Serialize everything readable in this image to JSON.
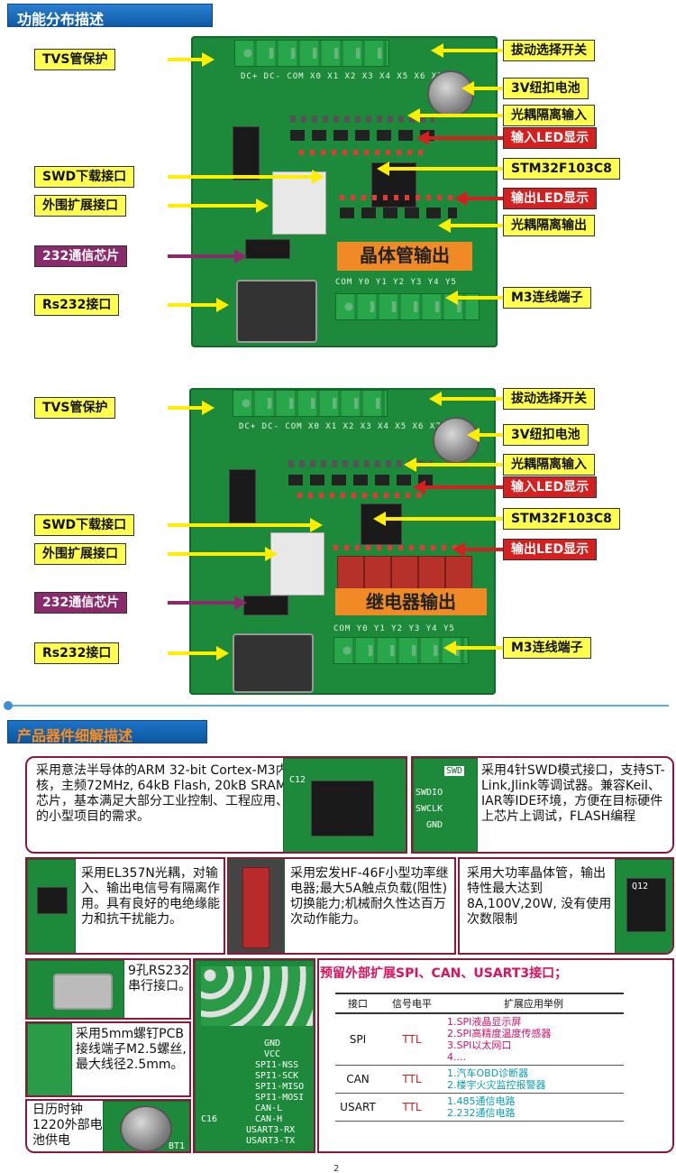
{
  "section1": {
    "title": "功能分布描述"
  },
  "board1": {
    "silk_top": "DC+ DC- COM X0 X1 X2 X3 X4 X5 X6 X7",
    "silk_bottom": "COM Y0 Y1 Y2 Y3 Y4 Y5",
    "output_banner": "晶体管输出",
    "left_labels": [
      "TVS管保护",
      "SWD下载接口",
      "外围扩展接口",
      "232通信芯片",
      "Rs232接口"
    ],
    "right_labels": [
      "拔动选择开关",
      "3V纽扣电池",
      "光耦隔离输入",
      "输入LED显示",
      "STM32F103C8",
      "输出LED显示",
      "光耦隔离输出",
      "M3连线端子"
    ]
  },
  "board2": {
    "silk_top": "DC+ DC- COM X0 X1 X2 X3 X4 X5 X6 X7",
    "silk_bottom": "COM Y0 Y1 Y2 Y3 Y4 Y5",
    "output_banner": "继电器输出",
    "left_labels": [
      "TVS管保护",
      "SWD下载接口",
      "外围扩展接口",
      "232通信芯片",
      "Rs232接口"
    ],
    "right_labels": [
      "拔动选择开关",
      "3V纽扣电池",
      "光耦隔离输入",
      "输入LED显示",
      "STM32F103C8",
      "输出LED显示",
      "M3连线端子"
    ]
  },
  "section2": {
    "title": "产品器件细解描述"
  },
  "details": {
    "mcu": "采用意法半导体的ARM 32-bit Cortex-M3内核，主频72MHz, 64kB Flash, 20kB SRAM芯片，基本满足大部分工业控制、工程应用、的小型项目的需求。",
    "swd": "采用4针SWD模式接口，支持ST-Link,Jlink等调试器。兼容Keil、IAR等IDE环境，方便在目标硬件上芯片上调试，FLASH编程",
    "swd_pins": [
      "SWD",
      "SWDIO",
      "SWCLK",
      "GND"
    ],
    "mcu_chip_label": "C12",
    "opto": "采用EL357N光耦，对输入、输出电信号有隔离作用。具有良好的电绝缘能力和抗干扰能力。",
    "relay": "采用宏发HF-46F小型功率继电器;最大5A触点负载(阻性)切换能力;机械耐久性达百万次动作能力。",
    "transistor": "采用大功率晶体管，输出特性最大达到8A,100V,20W, 没有使用次数限制",
    "transistor_label": "Q12",
    "rs232": "9孔RS232串行接口。",
    "terminal": "采用5mm螺钉PCB接线端子M2.5螺丝,最大线径2.5mm。",
    "rtc": "日历时钟1220外部电池供电",
    "header_pins": [
      "GND",
      "VCC",
      "SPI1-NSS",
      "SPI1-SCK",
      "SPI1-MISO",
      "SPI1-MOSI",
      "CAN-L",
      "CAN-H",
      "USART3-RX",
      "USART3-TX"
    ],
    "battery_label": "BT1",
    "cap_label": "C16"
  },
  "extension": {
    "title": "预留外部扩展SPI、CAN、USART3接口；",
    "headers": [
      "接口",
      "信号电平",
      "扩展应用举例"
    ],
    "rows": [
      {
        "iface": "SPI",
        "level": "TTL",
        "apps": [
          "1.SPI液晶显示屏",
          "2.SPI高精度温度传感器",
          "3.SPI以太网口",
          "4...."
        ]
      },
      {
        "iface": "CAN",
        "level": "TTL",
        "apps": [
          "1.汽车OBD诊断器",
          "2.楼宇火灾监控报警器"
        ]
      },
      {
        "iface": "USART",
        "level": "TTL",
        "apps": [
          "1.485通信电路",
          "2.232通信电路"
        ]
      }
    ]
  },
  "page_number": "2"
}
